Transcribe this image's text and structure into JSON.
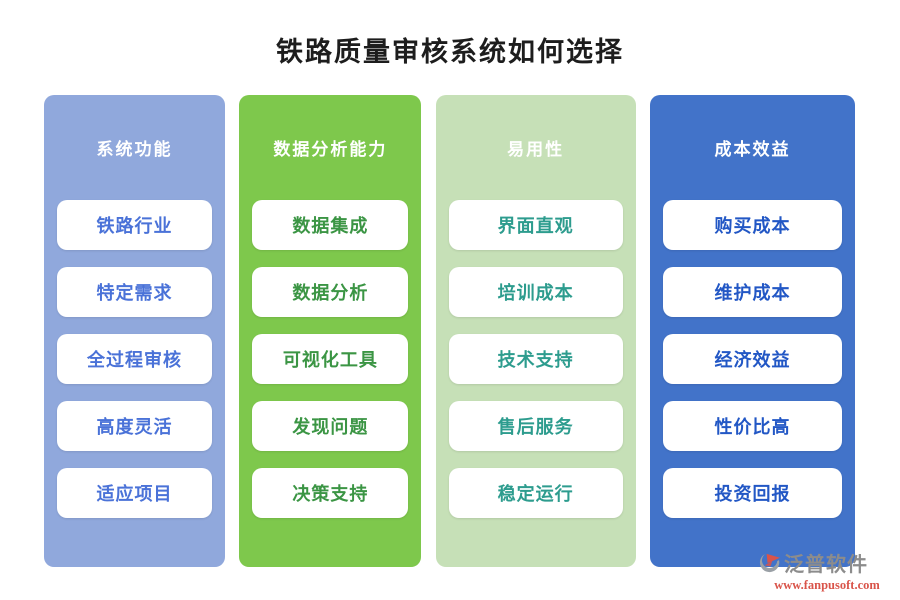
{
  "title": "铁路质量审核系统如何选择",
  "columns": [
    {
      "header": "系统功能",
      "bg": "#90A8DC",
      "text_color": "#4A72D8",
      "items": [
        "铁路行业",
        "特定需求",
        "全过程审核",
        "高度灵活",
        "适应项目"
      ]
    },
    {
      "header": "数据分析能力",
      "bg": "#7EC84C",
      "text_color": "#3B9544",
      "items": [
        "数据集成",
        "数据分析",
        "可视化工具",
        "发现问题",
        "决策支持"
      ]
    },
    {
      "header": "易用性",
      "bg": "#C6E0B7",
      "text_color": "#2D9C8E",
      "items": [
        "界面直观",
        "培训成本",
        "技术支持",
        "售后服务",
        "稳定运行"
      ]
    },
    {
      "header": "成本效益",
      "bg": "#4273C9",
      "text_color": "#2257C5",
      "items": [
        "购买成本",
        "维护成本",
        "经济效益",
        "性价比高",
        "投资回报"
      ]
    }
  ],
  "brand": {
    "name": "泛普软件",
    "url": "www.fanpusoft.com",
    "gray": "#9aa0a6",
    "red": "#d9544a"
  }
}
